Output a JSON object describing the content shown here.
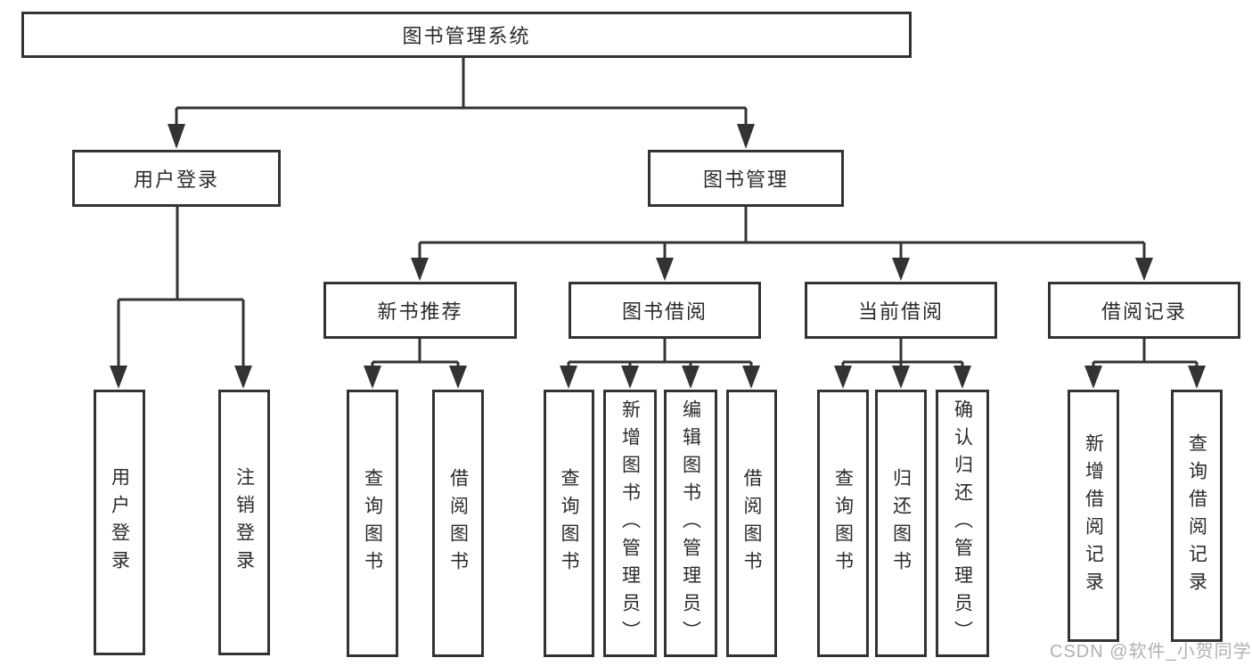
{
  "diagram": {
    "nodes": {
      "root": "图书管理系统",
      "user_login_group": "用户登录",
      "book_mgmt_group": "图书管理",
      "new_book_rec": "新书推荐",
      "book_borrow": "图书借阅",
      "current_borrow": "当前借阅",
      "borrow_record": "借阅记录",
      "user_login": "用户登录",
      "logout": "注销登录",
      "rec_query_book": "查询图书",
      "rec_borrow_book": "借阅图书",
      "bb_query_book": "查询图书",
      "bb_add_book": "新增图书（管理员）",
      "bb_edit_book": "编辑图书（管理员）",
      "bb_borrow_book": "借阅图书",
      "cb_query_book": "查询图书",
      "cb_return_book": "归还图书",
      "cb_confirm_return": "确认归还（管理员）",
      "br_add_record": "新增借阅记录",
      "br_query_record": "查询借阅记录"
    },
    "watermark": "CSDN @软件_小贺同学",
    "colors": {
      "line": "#333333",
      "text": "#2b2b2b",
      "watermark": "#b1b1b1",
      "background": "#ffffff"
    }
  }
}
